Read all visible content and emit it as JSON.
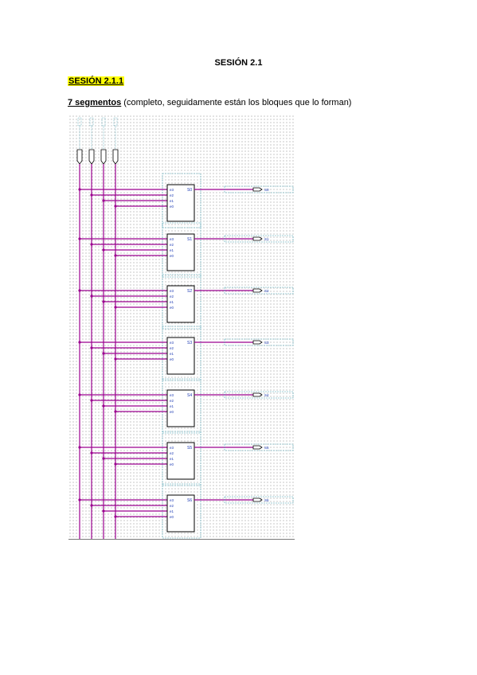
{
  "document": {
    "title": "SESIÓN 2.1",
    "subsection": "SESIÓN 2.1.1",
    "caption_bold": "7 segmentos",
    "caption_rest": " (completo, seguidamente están los bloques que lo forman)"
  },
  "colors": {
    "wire": "#9b008f",
    "highlight": "#ffff00",
    "block_outline": "#000000",
    "dashed_frame": "#4fa3b5",
    "text_blue": "#1e3cb4"
  },
  "schematic": {
    "blocks": [
      {
        "output": "S0"
      },
      {
        "output": "S1"
      },
      {
        "output": "S2"
      },
      {
        "output": "S3"
      },
      {
        "output": "S4"
      },
      {
        "output": "S5"
      },
      {
        "output": "S6"
      }
    ],
    "input_pins": [
      "e3",
      "e2",
      "e1",
      "e0"
    ]
  }
}
